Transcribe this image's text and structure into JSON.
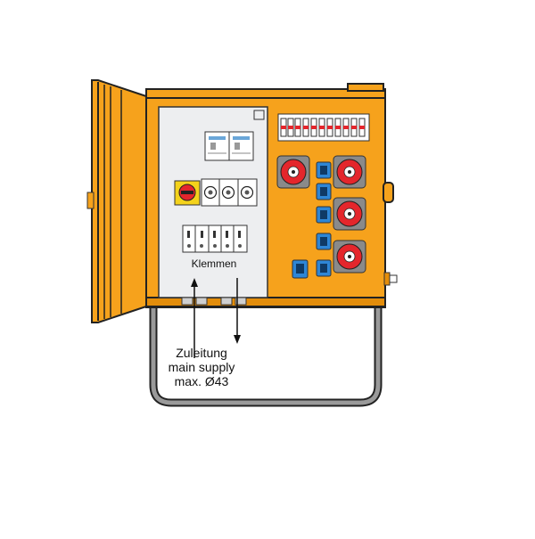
{
  "labels": {
    "terminals": "Klemmen",
    "supply_line1": "Zuleitung",
    "supply_line2": "main supply",
    "supply_line3": "max. Ø43"
  },
  "colors": {
    "cabinet_orange": "#F6A21C",
    "cabinet_orange_dark": "#E38D0B",
    "panel_grey": "#EDEEF0",
    "outline": "#222222",
    "cee_red": "#E4262C",
    "schuko_blue": "#2E86D6",
    "switch_yellow": "#F4D21B"
  },
  "icons": {
    "main_switch": "rotary-main-switch-icon",
    "rcd": "rcd-breaker-icon",
    "fuses": "fuse-holder-icon",
    "terminals": "terminal-block-icon",
    "cee_socket": "cee-16a-red-socket-icon",
    "schuko_socket": "schuko-blue-socket-icon",
    "arrow_in": "arrow-up-icon",
    "arrow_out": "arrow-down-icon"
  }
}
